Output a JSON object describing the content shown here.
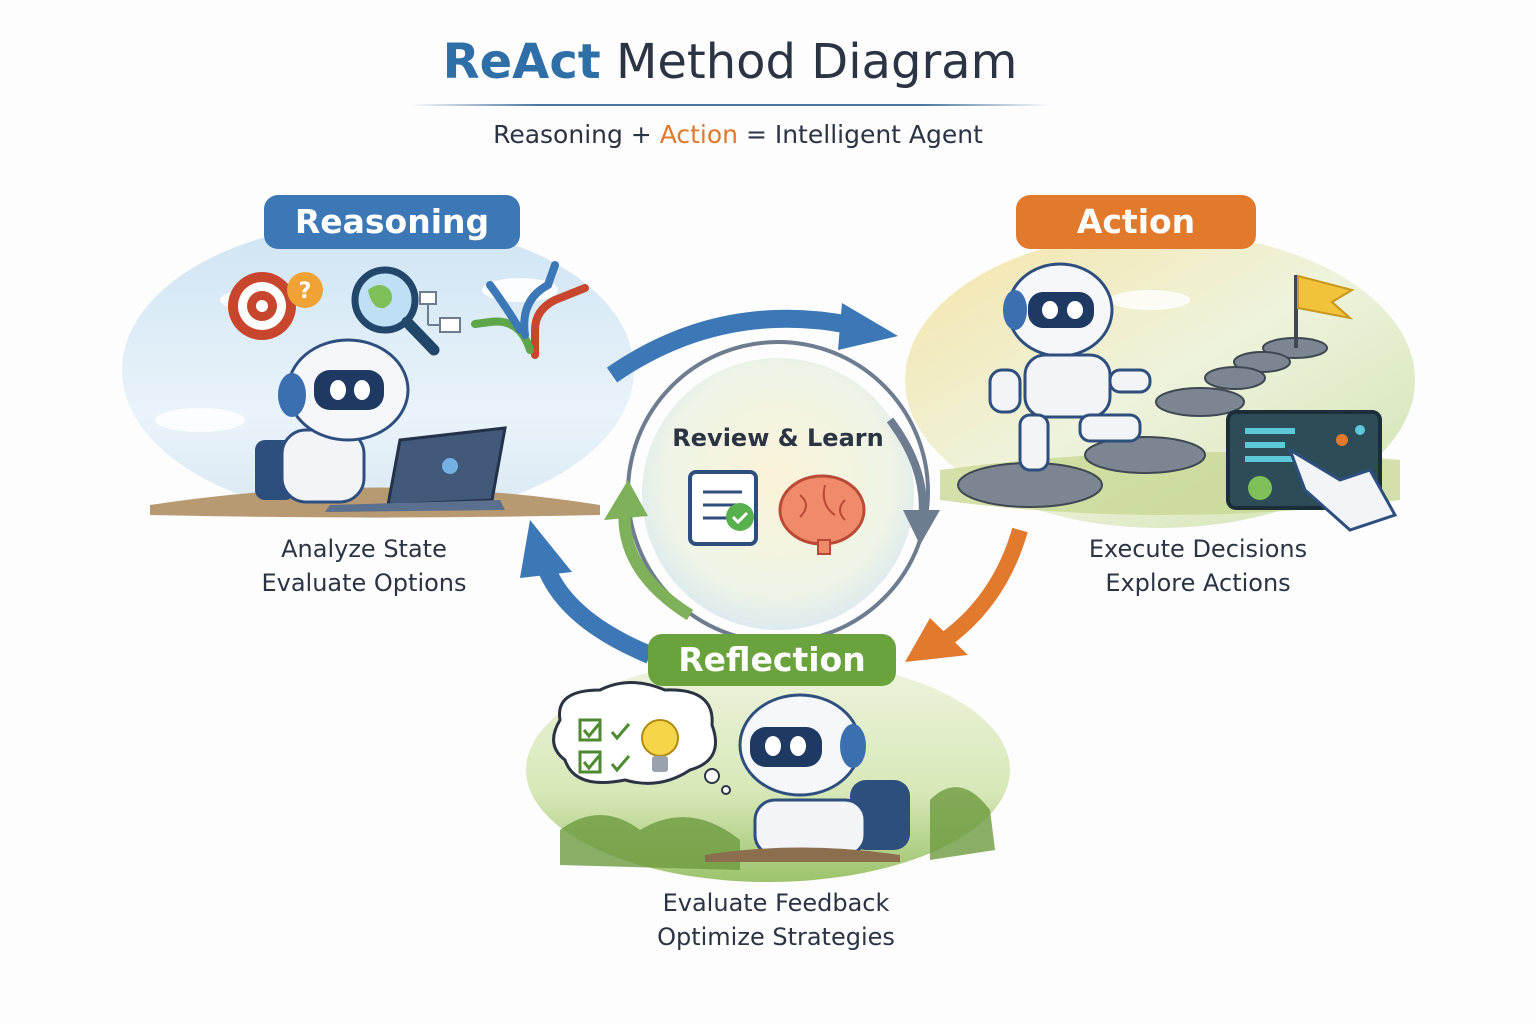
{
  "header": {
    "title_highlight": "ReAct",
    "title_rest": " Method Diagram",
    "subtitle_part1": "Reasoning + ",
    "subtitle_highlight": "Action",
    "subtitle_part2": " = Intelligent Agent"
  },
  "stages": {
    "reasoning": {
      "label": "Reasoning",
      "line1": "Analyze State",
      "line2": "Evaluate Options"
    },
    "action": {
      "label": "Action",
      "line1": "Execute Decisions",
      "line2": "Explore Actions"
    },
    "reflection": {
      "label": "Reflection",
      "line1": "Evaluate Feedback",
      "line2": "Optimize Strategies"
    }
  },
  "center": {
    "label": "Review & Learn"
  },
  "colors": {
    "reasoning": "#3b78b5",
    "action": "#e27a2e",
    "reflection": "#6aa23d",
    "title_highlight": "#2f6fa8",
    "text": "#2b3442"
  },
  "icons": [
    "target-question-icon",
    "magnifier-globe-icon",
    "flowchart-icon",
    "branching-arrows-icon",
    "robot-icon",
    "laptop-icon",
    "flag-icon",
    "stepping-stones-icon",
    "dashboard-screen-icon",
    "robot-hand-icon",
    "checklist-icon",
    "lightbulb-icon",
    "thought-bubble-icon",
    "clipboard-check-icon",
    "brain-icon"
  ]
}
